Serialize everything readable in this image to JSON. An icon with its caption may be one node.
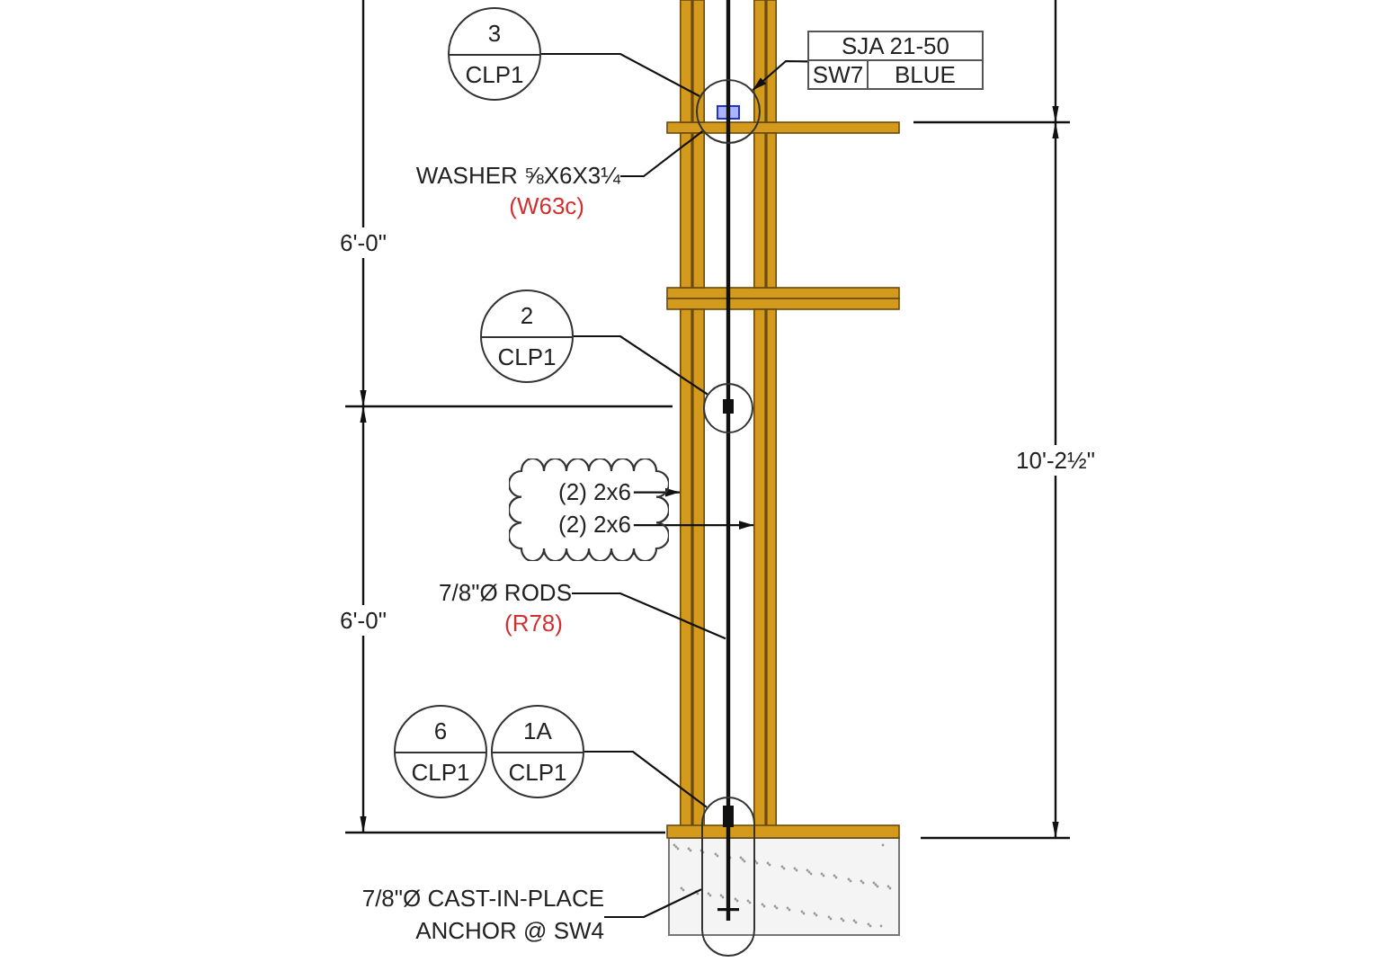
{
  "diagram": {
    "nodes": [
      {
        "text": [
          "3",
          "CLP1"
        ]
      },
      {
        "text": [
          "SJA 21-50",
          "SW7",
          "BLUE"
        ]
      },
      {
        "text": [],
        "shape": "circle"
      },
      {
        "text": [
          "WASHER ⅝X6X3¼",
          "(W63c)"
        ]
      },
      {
        "text": [
          "2",
          "CLP1"
        ]
      },
      {
        "text": [],
        "shape": "circle"
      },
      {
        "text": [
          "(2) 2x6",
          "(2) 2x6"
        ]
      },
      {
        "text": [
          "7/8\"Ø RODS",
          "(R78)"
        ]
      },
      {
        "text": [
          "6",
          "CLP1"
        ]
      },
      {
        "text": [
          "1A",
          "CLP1"
        ]
      },
      {
        "text": [],
        "shape": "circle"
      },
      {
        "text": [
          "7/8\"Ø CAST-IN-PLACE ANCHOR @ SW4"
        ]
      },
      {
        "text": [],
        "shape": "bar"
      },
      {
        "text": [],
        "shape": "box"
      },
      {
        "text": [],
        "shape": "box"
      }
    ],
    "edges": [
      {
        "from": 0,
        "to": 2,
        "arrow": "none"
      },
      {
        "from": 1,
        "to": 2,
        "arrow": "to"
      },
      {
        "from": 3,
        "to": 2,
        "arrow": "none"
      },
      {
        "from": 4,
        "to": 5,
        "arrow": "none"
      },
      {
        "from": 6,
        "to": 13,
        "arrow": "to"
      },
      {
        "from": 6,
        "to": 14,
        "arrow": "to"
      },
      {
        "from": 7,
        "to": 12,
        "arrow": "none"
      },
      {
        "from": 9,
        "to": 10,
        "arrow": "none"
      },
      {
        "from": 11,
        "to": 10,
        "arrow": "none"
      }
    ],
    "labels": [
      "6'-0\"",
      "6'-0\"",
      "10'-2½\""
    ]
  }
}
